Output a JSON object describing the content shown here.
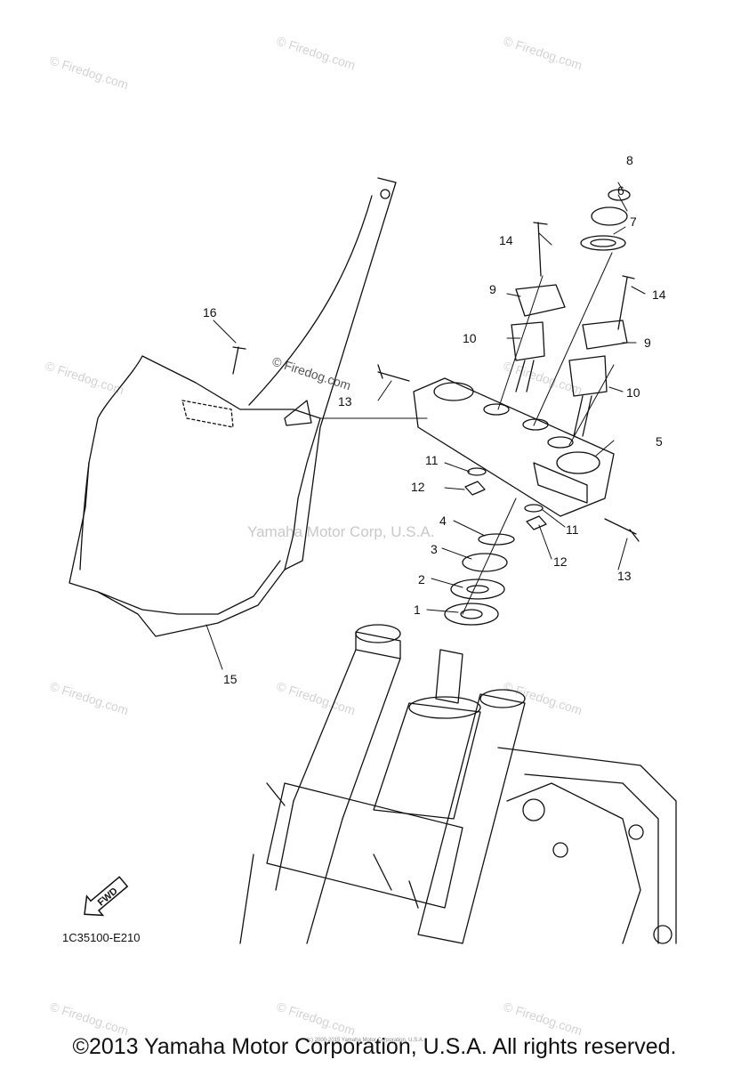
{
  "callouts": [
    "1",
    "2",
    "3",
    "4",
    "5",
    "6",
    "7",
    "8",
    "9",
    "9",
    "10",
    "10",
    "11",
    "11",
    "12",
    "12",
    "13",
    "13",
    "14",
    "14",
    "15",
    "16"
  ],
  "watermark": "© Firedog.com",
  "center_watermark": "Yamaha Motor Corp, U.S.A.",
  "diagram_code": "1C35100-E210",
  "fwd_label": "FWD",
  "small_credit": "(c) 2000-2015 Yamaha Motor Corporation, U.S.A.",
  "copyright": "©2013 Yamaha Motor Corporation, U.S.A. All rights reserved."
}
